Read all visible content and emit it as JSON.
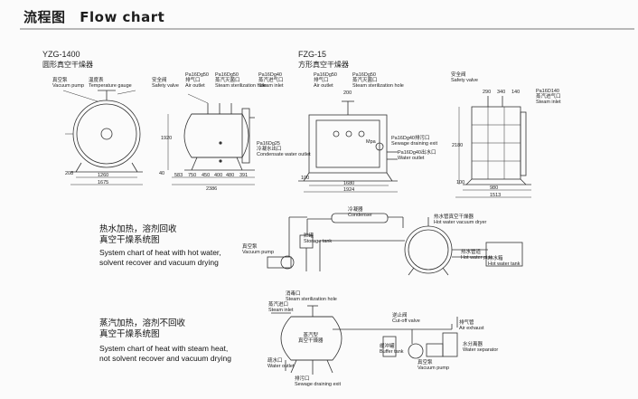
{
  "header": {
    "title_cn": "流程图",
    "title_en": "Flow chart"
  },
  "yzg": {
    "model": "YZG-1400",
    "name_cn": "圆形真空干燥器",
    "labels": {
      "vacuum_pump": "真空泵\nVacuum pump",
      "temp_gauge": "温度表\nTemperature gauge",
      "safety_valve": "安全阀\nSafety valve",
      "air_outlet": "Pa16Dg50\n排气口\nAir outlet",
      "steam_hole": "Pa16Dg50\n蒸汽灭菌口\nSteam sterilization hole",
      "steam_inlet": "Pa16Dg40\n蒸汽进气口\nSteam inlet",
      "condensate": "Pa16Dg25\n冷凝水出口\nCondensate water outlet"
    },
    "dims": {
      "d1260": "1260",
      "d1675": "1675",
      "d2386": "2386",
      "d1920": "1920",
      "d208": "208",
      "d40": "40",
      "d583": "583",
      "d750": "750",
      "d450": "450",
      "d400": "400",
      "d480": "480",
      "d391": "391"
    }
  },
  "fzg": {
    "model": "FZG-15",
    "name_cn": "方形真空干燥器",
    "labels": {
      "air_outlet": "Pa16Dg50\n排气口\nAir outlet",
      "steam_hole": "Pa16Dg50\n蒸汽灭菌口\nSteam sterilization hole",
      "sewage": "Pa16Dg40排污口\nSewage draining exit",
      "water_outlet": "Pa16Dg40出水口\nWater outlet",
      "mpa": "Mpa",
      "safety_valve": "安全阀\nSafety valve",
      "steam_inlet": "Pa16D140\n蒸汽进气口\nSteam inlet"
    },
    "dims": {
      "d200": "200",
      "d1680": "1680",
      "d1924": "1924",
      "d100": "100",
      "d2180": "2180",
      "d980": "980",
      "d1513": "1513",
      "d290": "290",
      "d340": "340",
      "d140": "140"
    }
  },
  "sys1": {
    "title_cn": "热水加热，溶剂回收\n真空干燥系统图",
    "title_en": "System chart of heat with hot water,\nsolvent recover and vacuum drying",
    "labels": {
      "condenser": "冷凝器\nCondenser",
      "storage": "贮罐\nStorage tank",
      "vacuum_pump": "真空泵\nVacuum pump",
      "dryer": "热水管真空干燥器\nHot water vacuum dryer",
      "pipe": "热水管道\nHot water pipe",
      "hot_tank": "热水箱\nHot water tank"
    }
  },
  "sys2": {
    "title_cn": "蒸汽加热，溶剂不回收\n真空干燥系统图",
    "title_en": "System chart of heat with steam heat,\nnot solvent recover and vacuum drying",
    "labels": {
      "steam_hole": "消毒口\nSteam sterilization hole",
      "steam_inlet": "蒸汽进口\nSteam inlet",
      "dryer": "蒸汽型\n真空干燥器",
      "cutoff": "逆止阀\nCut-off valve",
      "air_exhaust": "排气管\nAir exhaust",
      "buffer": "缓冲罐\nBuffer tank",
      "separator": "水分离器\nWater separator",
      "vacuum_pump": "真空泵\nVacuum pump",
      "water_outlet": "疏水口\nWater outlet",
      "sewage": "排污口\nSewage draining exit"
    }
  }
}
